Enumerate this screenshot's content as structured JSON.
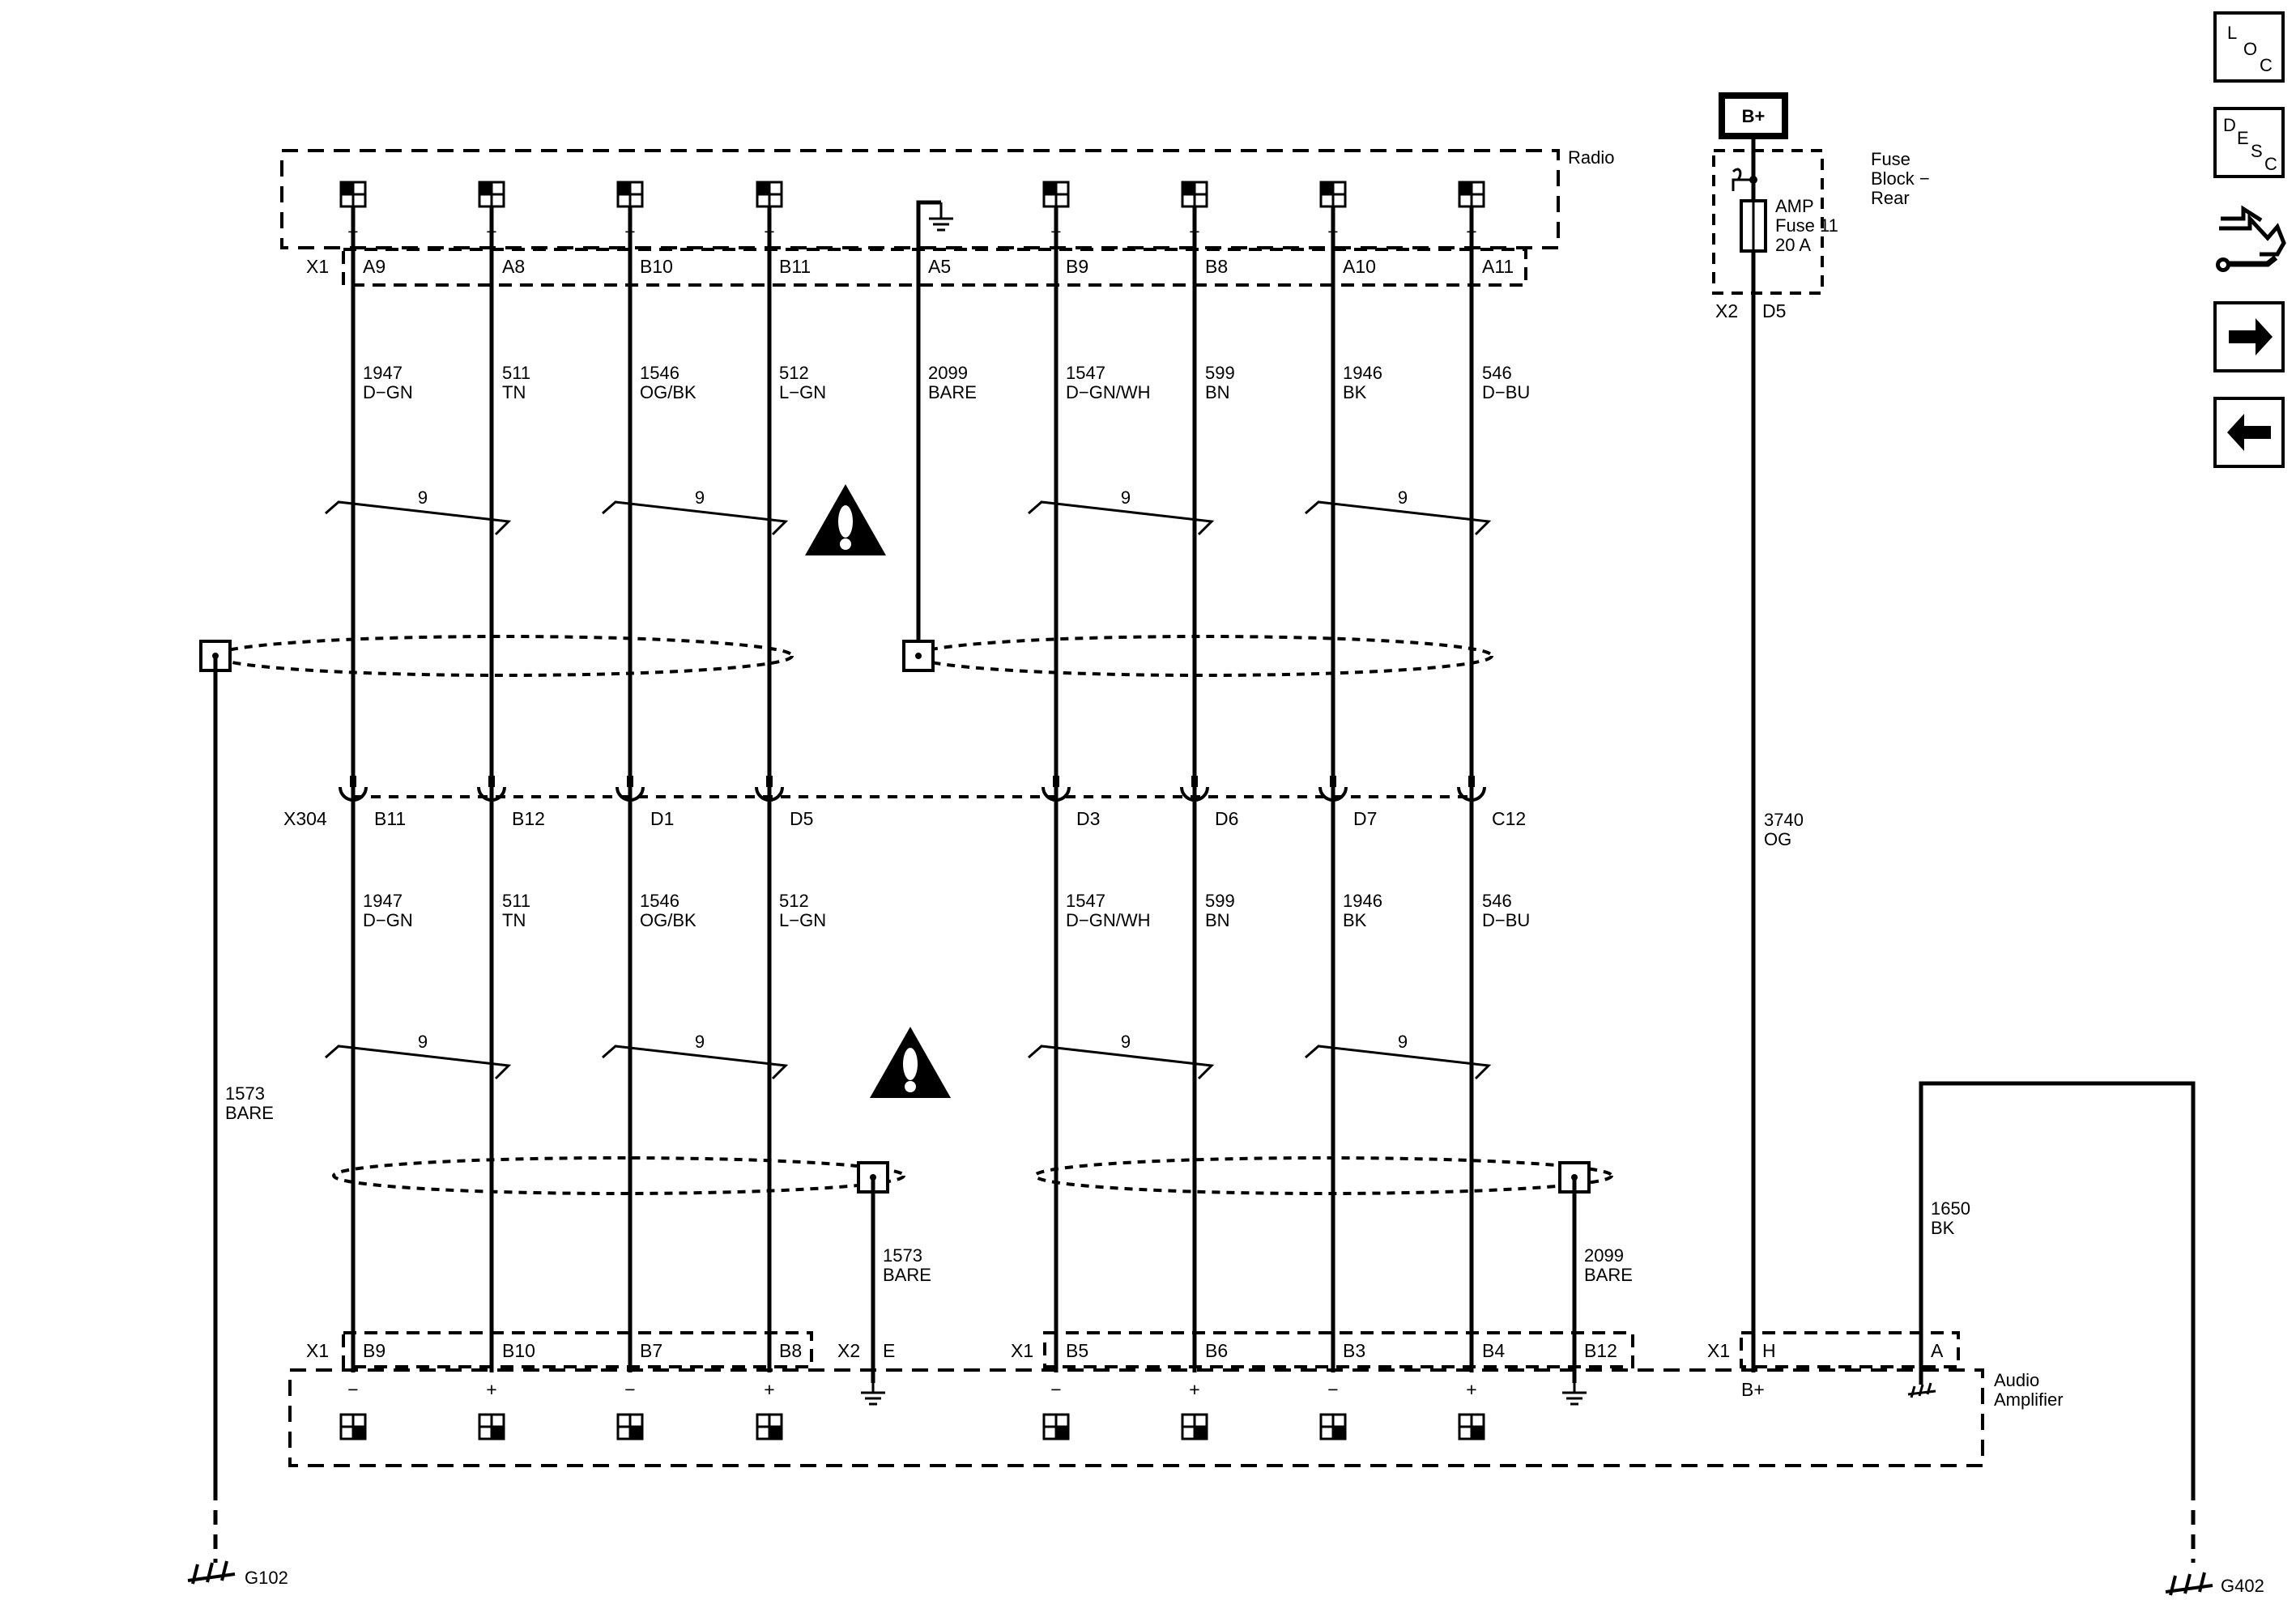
{
  "nav": {
    "loc": {
      "l1": "L",
      "l2": "O",
      "l3": "C"
    },
    "desc": {
      "l1": "D",
      "l2": "E",
      "l3": "S",
      "l4": "C"
    },
    "connector_icon": "connector-wrench-icon",
    "next_icon": "arrow-right-icon",
    "prev_icon": "arrow-left-icon"
  },
  "radio": {
    "label": "Radio",
    "connector": "X1",
    "channels": [
      {
        "pin": "A9",
        "polarity": "−"
      },
      {
        "pin": "A8",
        "polarity": "+"
      },
      {
        "pin": "B10",
        "polarity": "−"
      },
      {
        "pin": "B11",
        "polarity": "+"
      },
      {
        "pin": "A5",
        "polarity": ""
      },
      {
        "pin": "B9",
        "polarity": "−"
      },
      {
        "pin": "B8",
        "polarity": "+"
      },
      {
        "pin": "A10",
        "polarity": "−"
      },
      {
        "pin": "A11",
        "polarity": "+"
      }
    ]
  },
  "upper_wires": [
    {
      "circuit": "1947",
      "color": "D−GN"
    },
    {
      "circuit": "511",
      "color": "TN"
    },
    {
      "circuit": "1546",
      "color": "OG/BK"
    },
    {
      "circuit": "512",
      "color": "L−GN"
    },
    {
      "circuit": "2099",
      "color": "BARE"
    },
    {
      "circuit": "1547",
      "color": "D−GN/WH"
    },
    {
      "circuit": "599",
      "color": "BN"
    },
    {
      "circuit": "1946",
      "color": "BK"
    },
    {
      "circuit": "546",
      "color": "D−BU"
    }
  ],
  "twist_label": "9",
  "inline": {
    "connector": "X304",
    "pins": [
      "B11",
      "B12",
      "D1",
      "D5",
      "D3",
      "D6",
      "D7",
      "C12"
    ]
  },
  "lower_wires": [
    {
      "circuit": "1947",
      "color": "D−GN"
    },
    {
      "circuit": "511",
      "color": "TN"
    },
    {
      "circuit": "1546",
      "color": "OG/BK"
    },
    {
      "circuit": "512",
      "color": "L−GN"
    },
    {
      "circuit": "1547",
      "color": "D−GN/WH"
    },
    {
      "circuit": "599",
      "color": "BN"
    },
    {
      "circuit": "1946",
      "color": "BK"
    },
    {
      "circuit": "546",
      "color": "D−BU"
    }
  ],
  "drain_left": {
    "circuit": "1573",
    "color": "BARE",
    "ground": "G102"
  },
  "drain_mid": {
    "circuit": "1573",
    "color": "BARE"
  },
  "drain_right": {
    "circuit": "2099",
    "color": "BARE"
  },
  "fuse": {
    "supply": "B+",
    "block_label_1": "Fuse",
    "block_label_2": "Block −",
    "block_label_3": "Rear",
    "line1": "AMP",
    "line2": "Fuse 11",
    "line3": "20 A",
    "connector": "X2",
    "pin": "D5",
    "wire_circuit": "3740",
    "wire_color": "OG"
  },
  "amp_ground": {
    "circuit": "1650",
    "color": "BK",
    "ground": "G402"
  },
  "amplifier": {
    "label_1": "Audio",
    "label_2": "Amplifier",
    "x1_connector": "X1",
    "x2_connector": "X2",
    "pins_a": [
      "B9",
      "B10",
      "B7",
      "B8"
    ],
    "pin_e": "E",
    "pins_b": [
      "B5",
      "B6",
      "B3",
      "B4"
    ],
    "pin_b12": "B12",
    "pin_h": "H",
    "pin_a": "A",
    "bplus": "B+",
    "polarities": [
      "−",
      "+",
      "−",
      "+",
      "−",
      "+",
      "−",
      "+"
    ]
  }
}
